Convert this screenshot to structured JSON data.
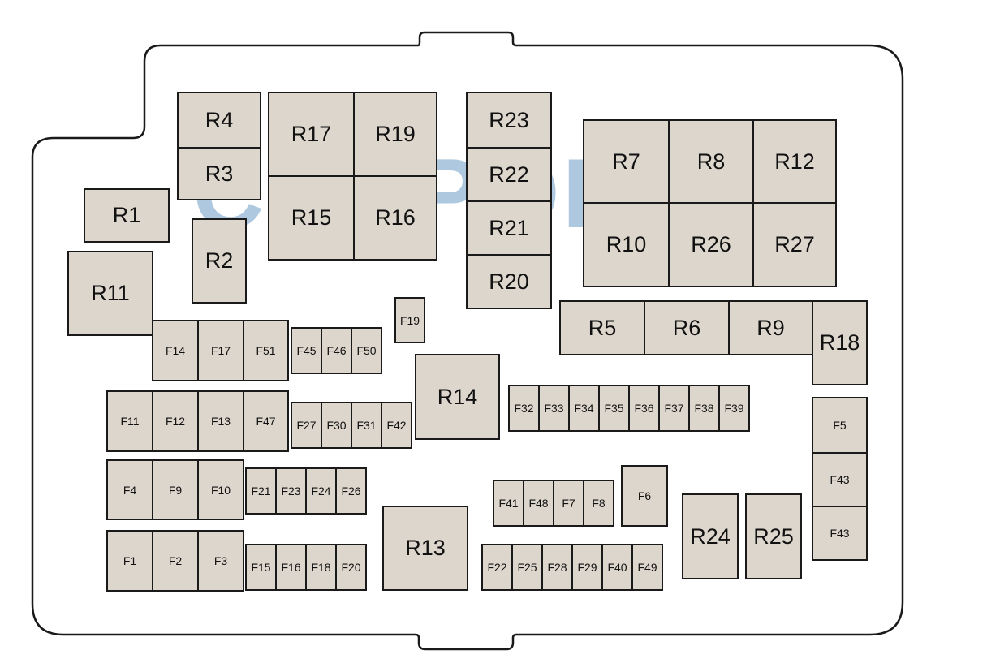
{
  "watermark": "CARPOD.RU",
  "colors": {
    "box_fill": "#ddd6cd",
    "stroke": "#1a1a1a",
    "housing_fill": "#ffffff",
    "watermark": "#96b9d6"
  },
  "relays": [
    "R1",
    "R2",
    "R3",
    "R4",
    "R5",
    "R6",
    "R7",
    "R8",
    "R9",
    "R10",
    "R11",
    "R12",
    "R13",
    "R14",
    "R15",
    "R16",
    "R17",
    "R18",
    "R19",
    "R20",
    "R21",
    "R22",
    "R23",
    "R24",
    "R25",
    "R26",
    "R27"
  ],
  "fuses": [
    "F1",
    "F2",
    "F3",
    "F4",
    "F5",
    "F6",
    "F7",
    "F8",
    "F9",
    "F10",
    "F11",
    "F12",
    "F13",
    "F14",
    "F15",
    "F16",
    "F17",
    "F18",
    "F19",
    "F20",
    "F21",
    "F22",
    "F23",
    "F24",
    "F25",
    "F26",
    "F27",
    "F28",
    "F29",
    "F30",
    "F31",
    "F32",
    "F33",
    "F34",
    "F35",
    "F36",
    "F37",
    "F38",
    "F39",
    "F40",
    "F41",
    "F42",
    "F43",
    "F43",
    "F45",
    "F46",
    "F47",
    "F48",
    "F49",
    "F50",
    "F51"
  ]
}
